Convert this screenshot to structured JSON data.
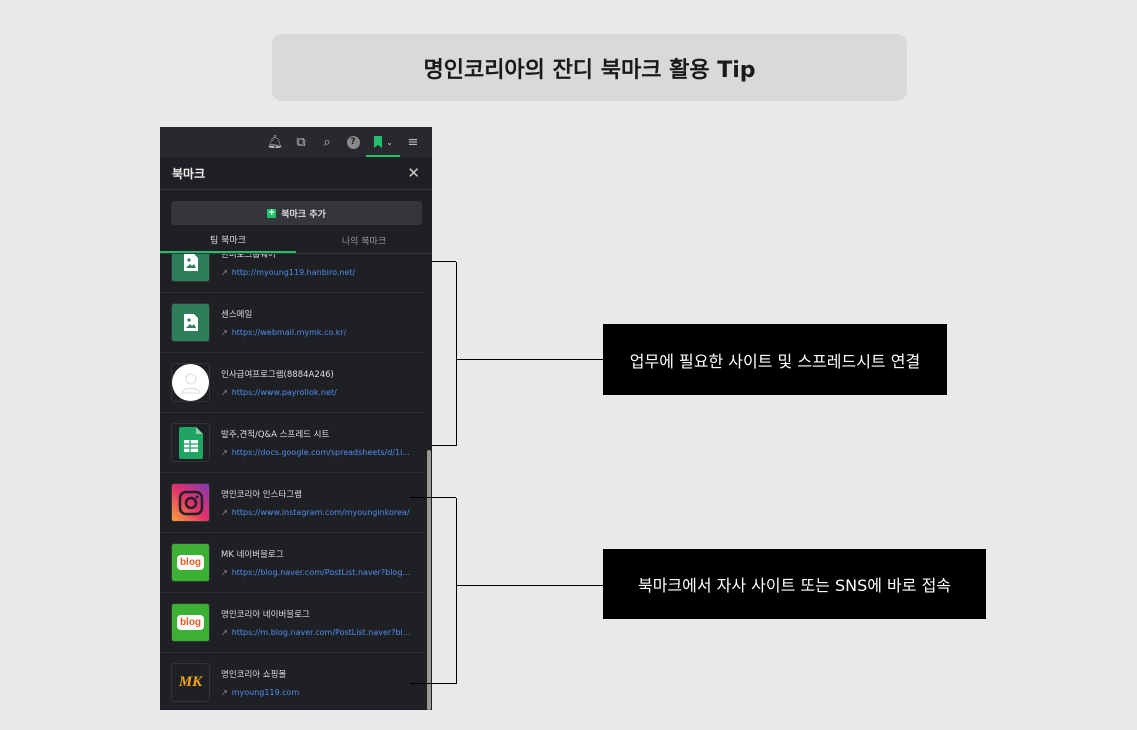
{
  "title": "명인코리아의 잔디 북마크 활용 Tip",
  "panel": {
    "header": "북마크",
    "add_button": "북마크 추가",
    "tabs": [
      "팀 북마크",
      "나의 북마크"
    ],
    "items": [
      {
        "name": "한비로그룹웨어",
        "url": "http://myoung119.hanbiro.net/",
        "icon": "image-file-icon"
      },
      {
        "name": "센스메일",
        "url": "https://webmail.mymk.co.kr/",
        "icon": "image-file-icon"
      },
      {
        "name": "인사급여프로그램(8884A246)",
        "url": "https://www.payrollok.net/",
        "icon": "avatar-icon"
      },
      {
        "name": "발주,견적/Q&A 스프레드 시트",
        "url": "https://docs.google.com/spreadsheets/d/1i...",
        "icon": "sheets-icon"
      },
      {
        "name": "명인코리아 인스타그램",
        "url": "https://www.instagram.com/myounginkorea/",
        "icon": "instagram-icon"
      },
      {
        "name": "MK 네이버블로그",
        "url": "https://blog.naver.com/PostList.naver?blog...",
        "icon": "blog-icon"
      },
      {
        "name": "명인코리아 네이버블로그",
        "url": "https://m.blog.naver.com/PostList.naver?bl...",
        "icon": "blog-icon"
      },
      {
        "name": "명인코리아 쇼핑몰",
        "url": "myoung119.com",
        "icon": "mk-logo-icon"
      }
    ],
    "blog_text": "blog",
    "mk_text": "MK"
  },
  "notes": [
    "업무에 필요한 사이트 및 스프레드시트 연결",
    "북마크에서 자사 사이트 또는 SNS에 바로 접속"
  ],
  "colors": {
    "accent": "#1fc26b",
    "link": "#4d8df0"
  }
}
